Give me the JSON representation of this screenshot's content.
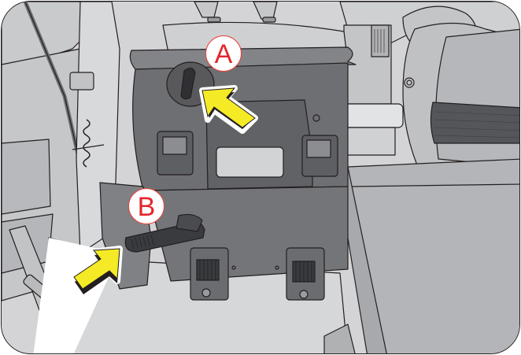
{
  "figure": {
    "type": "vehicle-manual-illustration",
    "subject": "rear seat folding mechanism",
    "callouts": [
      {
        "id": "A",
        "label": "A",
        "target": "seatback-release-lever"
      },
      {
        "id": "B",
        "label": "B",
        "target": "seat-cushion-release-lever"
      }
    ],
    "arrows": [
      {
        "points_to": "A",
        "color": "#f5ea26"
      },
      {
        "points_to": "B",
        "color": "#f5ea26"
      }
    ],
    "colors": {
      "callout_text": "#e4262c",
      "callout_border": "#e8423a",
      "arrow_fill": "#f5ea26",
      "outline": "#231f20",
      "seat_dark": "#6e6f72",
      "seat_mid": "#8a8b8e",
      "interior_light": "#d2d3d5"
    }
  }
}
